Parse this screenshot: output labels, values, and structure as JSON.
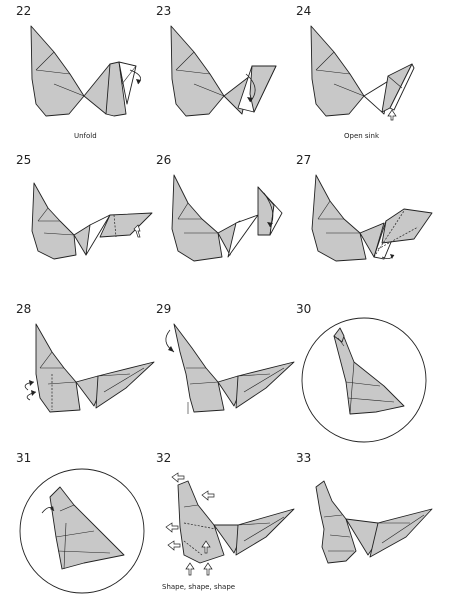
{
  "steps": [
    {
      "number": "22",
      "caption": "Unfold"
    },
    {
      "number": "23",
      "caption": ""
    },
    {
      "number": "24",
      "caption": "Open sink"
    },
    {
      "number": "25",
      "caption": ""
    },
    {
      "number": "26",
      "caption": ""
    },
    {
      "number": "27",
      "caption": ""
    },
    {
      "number": "28",
      "caption": ""
    },
    {
      "number": "29",
      "caption": ""
    },
    {
      "number": "30",
      "caption": ""
    },
    {
      "number": "31",
      "caption": ""
    },
    {
      "number": "32",
      "caption": "Shape, shape, shape"
    },
    {
      "number": "33",
      "caption": ""
    }
  ],
  "colors": {
    "paper": "#c8c8c8",
    "line": "#222222",
    "background": "#ffffff"
  },
  "icons": [
    "valley-fold-arrow",
    "push-arrow",
    "detail-circle"
  ]
}
